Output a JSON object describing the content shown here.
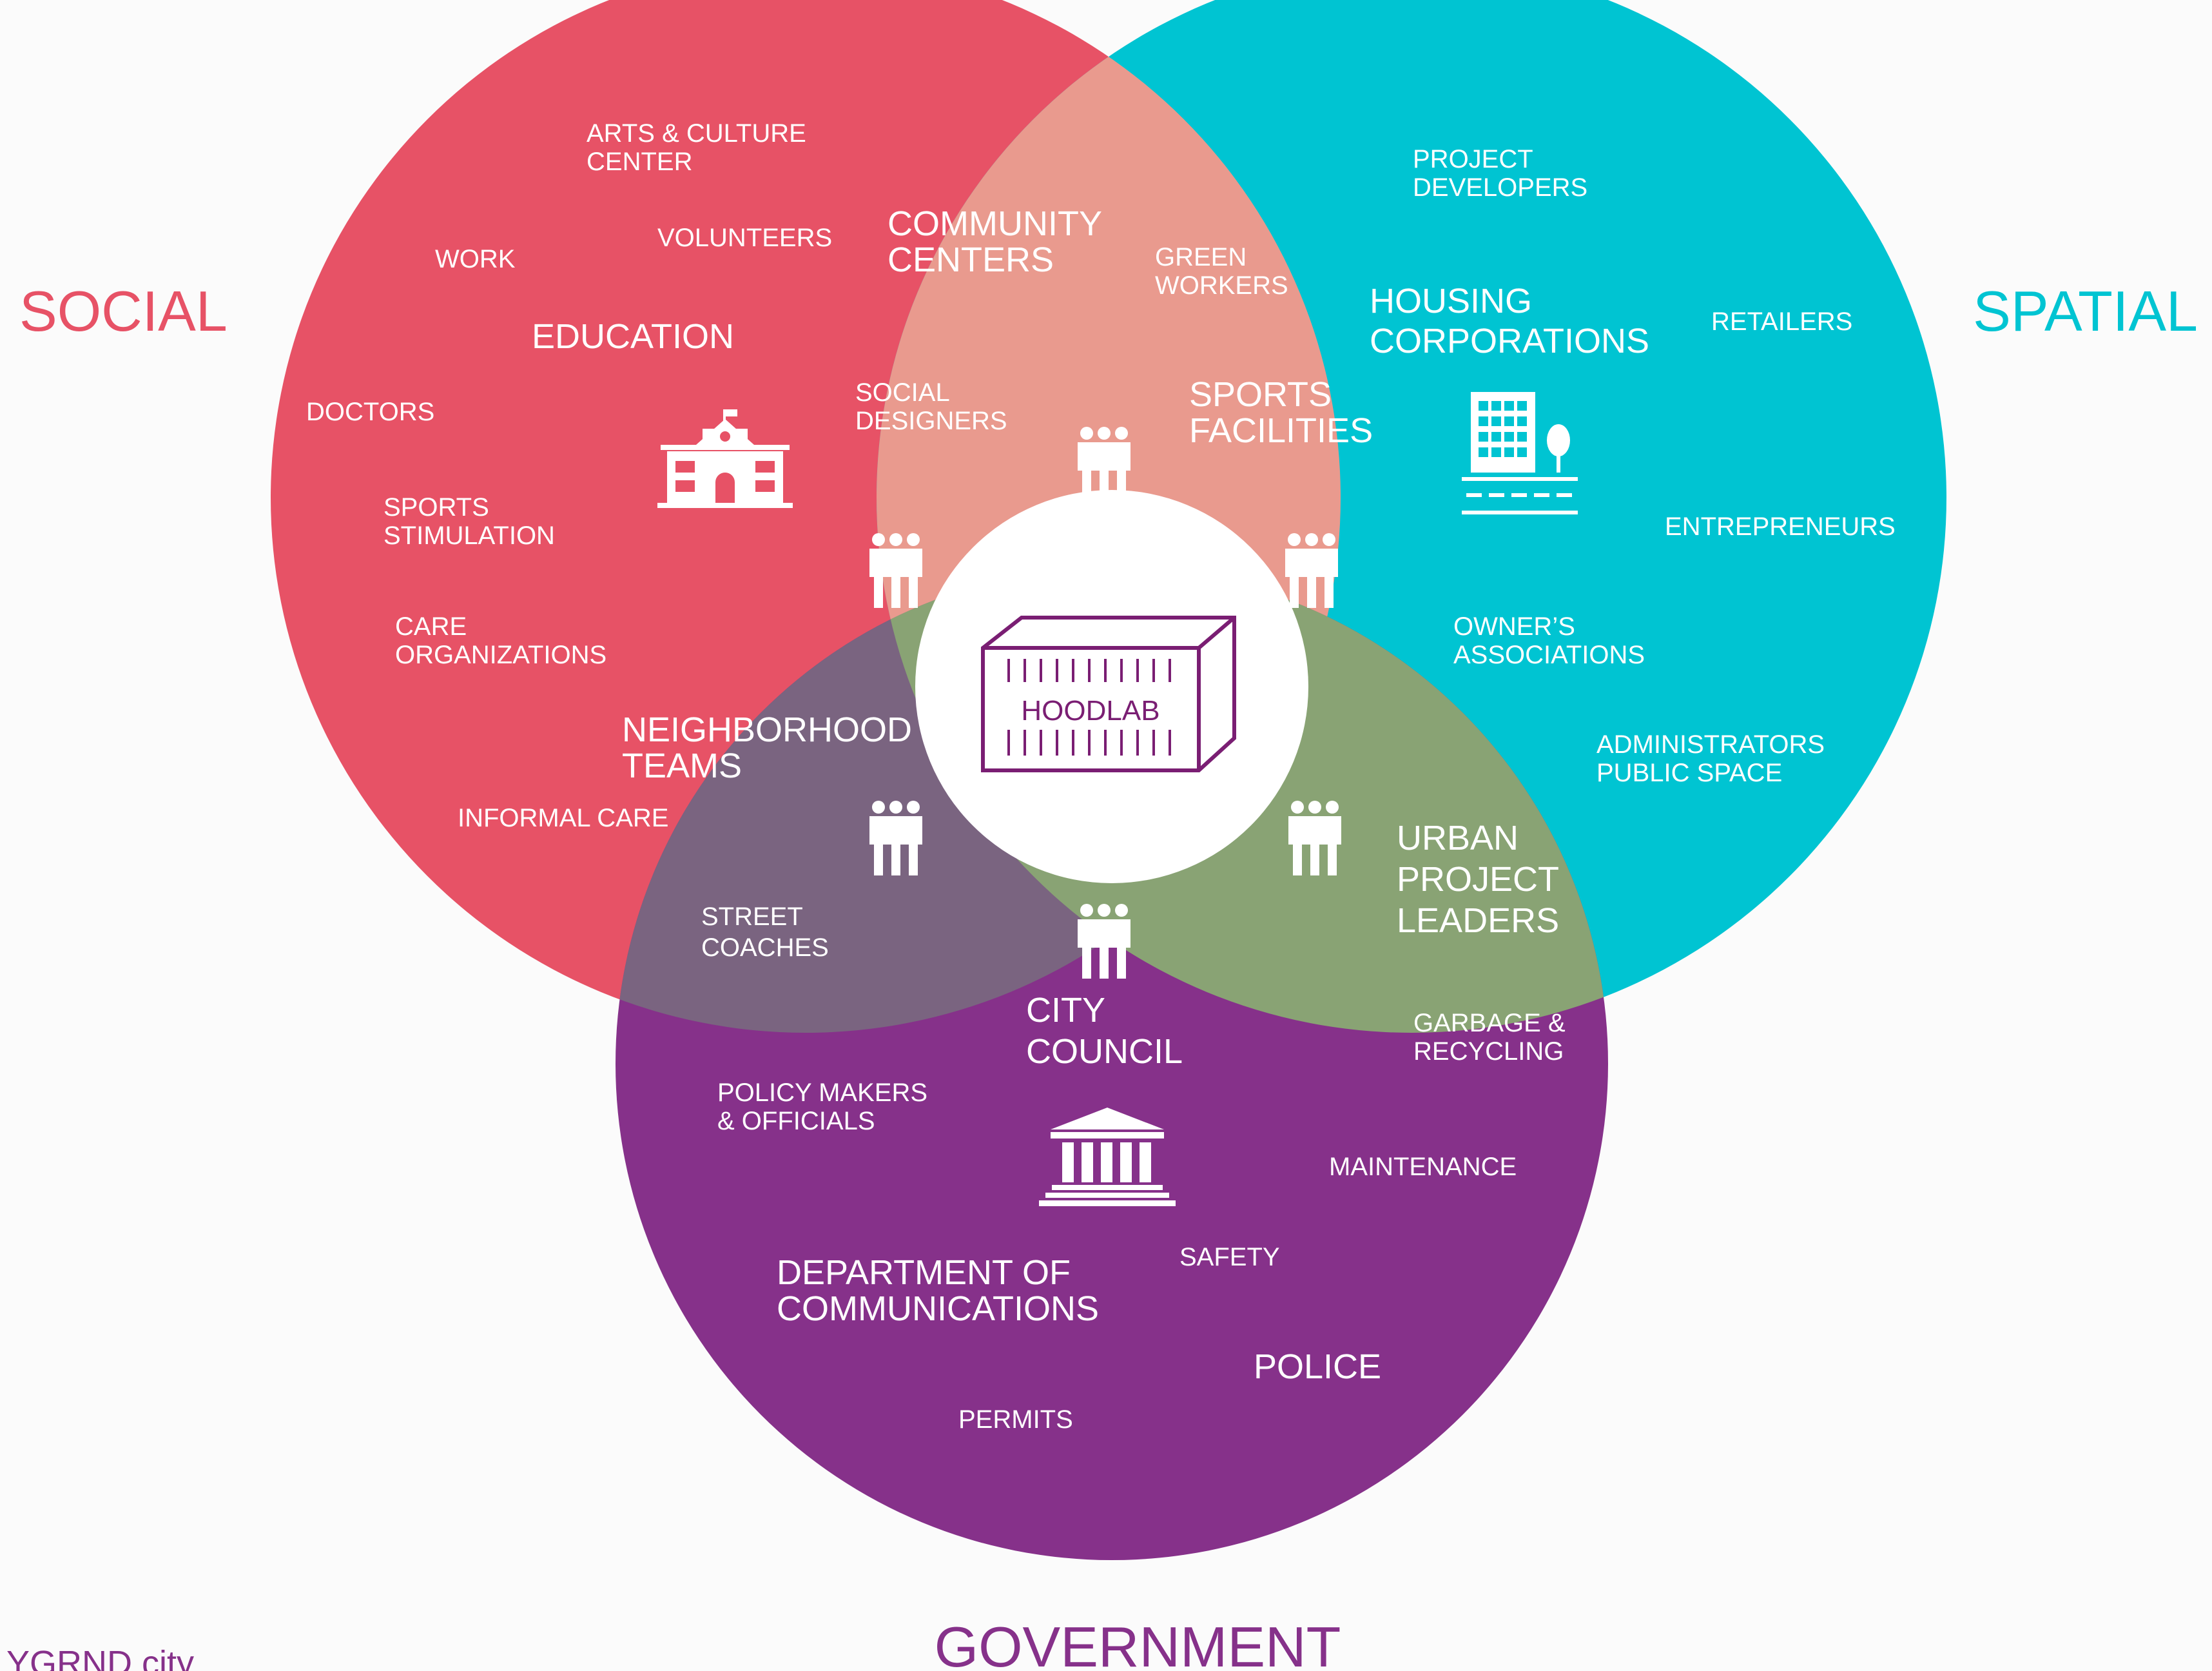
{
  "categories": {
    "social": "SOCIAL",
    "spatial": "SPATIAL",
    "government": "GOVERNMENT"
  },
  "colors": {
    "social": "#e75266",
    "spatial": "#00c4d2",
    "government": "#86318a",
    "social_spatial": "#e99a8e",
    "social_government": "#7a6480",
    "spatial_government": "#89a374",
    "center_outline": "#7a1e73",
    "background": "#fbfbfb"
  },
  "center": {
    "label": "HOODLAB",
    "icon": "container-icon"
  },
  "social_labels": {
    "arts": [
      "ARTS & CULTURE",
      "CENTER"
    ],
    "volunteers": [
      "VOLUNTEERS"
    ],
    "work": [
      "WORK"
    ],
    "education": [
      "EDUCATION"
    ],
    "doctors": [
      "DOCTORS"
    ],
    "sports_stimulation": [
      "SPORTS",
      "STIMULATION"
    ],
    "care_organizations": [
      "CARE",
      "ORGANIZATIONS"
    ],
    "informal_care": [
      "INFORMAL CARE"
    ]
  },
  "social_spatial_labels": {
    "community_centers": [
      "COMMUNITY",
      "CENTERS"
    ],
    "social_designers": [
      "SOCIAL",
      "DESIGNERS"
    ],
    "green_workers": [
      "GREEN",
      "WORKERS"
    ],
    "sports_facilities": [
      "SPORTS",
      "FACILITIES"
    ]
  },
  "spatial_labels": {
    "project_developers": [
      "PROJECT",
      "DEVELOPERS"
    ],
    "housing_corporations": [
      "HOUSING",
      "CORPORATIONS"
    ],
    "retailers": [
      "RETAILERS"
    ],
    "entrepreneurs": [
      "ENTREPRENEURS"
    ],
    "owners_associations": [
      "OWNER’S",
      "ASSOCIATIONS"
    ],
    "administrators": [
      "ADMINISTRATORS",
      "PUBLIC SPACE"
    ]
  },
  "social_government_labels": {
    "neighborhood_teams": [
      "NEIGHBORHOOD",
      "TEAMS"
    ],
    "street_coaches": [
      "STREET",
      "COACHES"
    ]
  },
  "spatial_government_labels": {
    "urban_project_leaders": [
      "URBAN",
      "PROJECT",
      "LEADERS"
    ]
  },
  "government_labels": {
    "city_council": [
      "CITY",
      "COUNCIL"
    ],
    "garbage": [
      "GARBAGE &",
      "RECYCLING"
    ],
    "policy_makers": [
      "POLICY MAKERS",
      "& OFFICIALS"
    ],
    "maintenance": [
      "MAINTENANCE"
    ],
    "safety": [
      "SAFETY"
    ],
    "communications": [
      "DEPARTMENT OF",
      "COMMUNICATIONS"
    ],
    "police": [
      "POLICE"
    ],
    "permits": [
      "PERMITS"
    ]
  },
  "icons": {
    "school": "school-icon",
    "apartment": "apartment-building-icon",
    "government": "government-building-icon",
    "people": "people-group-icon"
  },
  "credit": "YGRND city"
}
